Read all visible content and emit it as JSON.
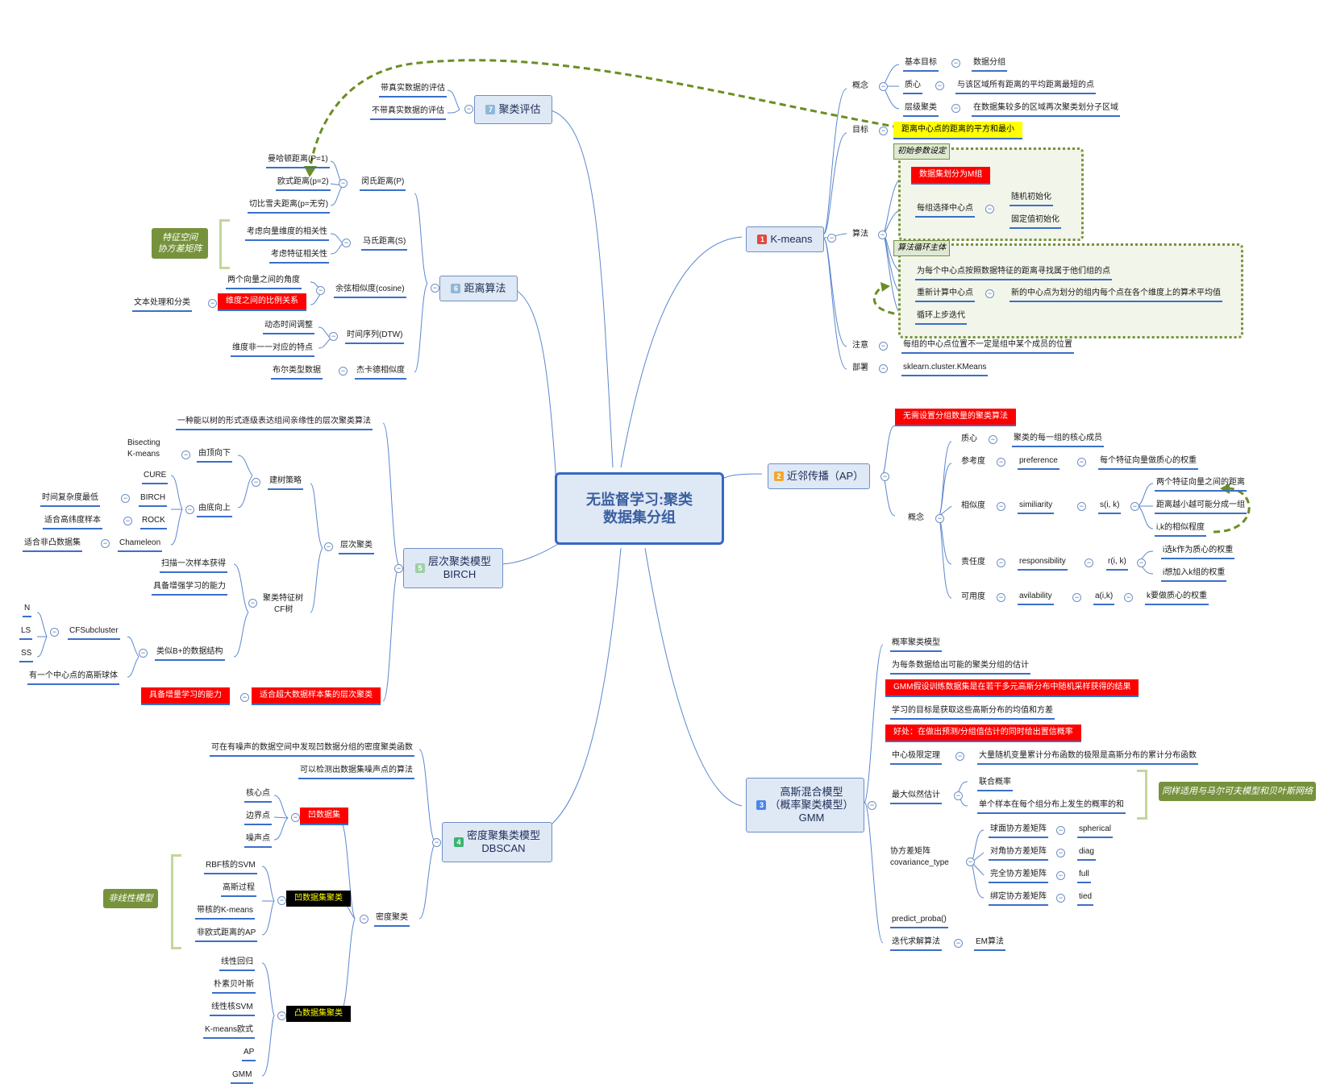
{
  "center": {
    "line1": "无监督学习:聚类",
    "line2": "数据集分组"
  },
  "branches": {
    "kmeans": {
      "num": "1",
      "label": "K-means",
      "color": "#e04a3f"
    },
    "ap": {
      "num": "2",
      "label": "近邻传播（AP）",
      "color": "#f0a830"
    },
    "gmm": {
      "num": "3",
      "line1": "高斯混合模型",
      "line2": "（概率聚类模型）",
      "line3": "GMM",
      "color": "#4a86e8"
    },
    "dbscan": {
      "num": "4",
      "line1": "密度聚集类模型",
      "line2": "DBSCAN",
      "color": "#3cb371"
    },
    "birch": {
      "num": "5",
      "line1": "层次聚类模型",
      "line2": "BIRCH",
      "color": "#9ecfa8"
    },
    "distance": {
      "num": "6",
      "label": "距离算法",
      "color": "#8fb8d6"
    },
    "eval": {
      "num": "7",
      "label": "聚类评估",
      "color": "#8fb8d6"
    }
  },
  "kmeans": {
    "concept": "概念",
    "basic_goal": "基本目标",
    "basic_goal_val": "数据分组",
    "centroid": "质心",
    "centroid_val": "与该区域所有距离的平均距离最短的点",
    "hier": "层级聚类",
    "hier_val": "在数据集较多的区域再次聚类划分子区域",
    "goal": "目标",
    "goal_val": "距离中心点的距离的平方和最小",
    "algo": "算法",
    "init_tag": "初始参数设定",
    "split": "数据集划分为M组",
    "choose": "每组选择中心点",
    "rand_init": "随机初始化",
    "fixed_init": "固定值初始化",
    "loop_tag": "算法循环主体",
    "assign": "为每个中心点按照数据特征的距离寻找属于他们组的点",
    "recompute": "重新计算中心点",
    "recompute_val": "新的中心点为划分的组内每个点在各个维度上的算术平均值",
    "repeat": "循环上步迭代",
    "note": "注意",
    "note_val": "每组的中心点位置不一定是组中某个成员的位置",
    "deploy": "部署",
    "deploy_val": "sklearn.cluster.KMeans"
  },
  "ap": {
    "nogroup": "无需设置分组数量的聚类算法",
    "concept": "概念",
    "centroid": "质心",
    "centroid_val": "聚类的每一组的核心成员",
    "ref": "参考度",
    "pref": "preference",
    "pref_val": "每个特征向量做质心的权重",
    "sim": "相似度",
    "similarity": "similiarity",
    "sik": "s(i, k)",
    "sim1": "两个特征向量之间的距离",
    "sim2": "距离越小越可能分成一组",
    "sim3": "i,k的相似程度",
    "resp": "责任度",
    "responsibility": "responsibility",
    "rik": "r(i, k)",
    "resp1": "i选k作为质心的权重",
    "resp2": "i想加入k组的权重",
    "avail": "可用度",
    "availability": "avilability",
    "aik": "a(i,k)",
    "avail_val": "k要做质心的权重"
  },
  "gmm": {
    "p1": "概率聚类模型",
    "p2": "为每条数据给出可能的聚类分组的估计",
    "p3": "GMM假设训练数据集是在若干多元高斯分布中随机采样获得的结果",
    "p4": "学习的目标是获取这些高斯分布的均值和方差",
    "p5": "好处：在做出预测/分组值估计的同时给出置信概率",
    "clt": "中心极限定理",
    "clt_val": "大量随机变量累计分布函数的极限是高斯分布的累计分布函数",
    "mle": "最大似然估计",
    "joint": "联合概率",
    "single": "单个样本在每个组分布上发生的概率的和",
    "note": "同样适用与马尔可夫模型和贝叶斯网络",
    "cov1": "协方差矩阵",
    "cov2": "covariance_type",
    "sph": "球面协方差矩阵",
    "sph_v": "spherical",
    "diag": "对角协方差矩阵",
    "diag_v": "diag",
    "full": "完全协方差矩阵",
    "full_v": "full",
    "tied": "绑定协方差矩阵",
    "tied_v": "tied",
    "predict": "predict_proba()",
    "iter": "迭代求解算法",
    "em": "EM算法"
  },
  "dbscan": {
    "d1": "可在有噪声的数据空间中发现凹数据分组的密度聚类函数",
    "d2": "可以检测出数据集噪声点的算法",
    "core": "核心点",
    "border": "边界点",
    "noise": "噪声点",
    "concave_set": "凹数据集",
    "rbf": "RBF核的SVM",
    "gp": "高斯过程",
    "kkm": "带核的K-means",
    "neap": "非欧式距离的AP",
    "nonlinear": "非线性模型",
    "concave_cluster": "凹数据集聚类",
    "density": "密度聚类",
    "lr": "线性回归",
    "nb": "朴素贝叶斯",
    "lsvm": "线性核SVM",
    "kme": "K-means欧式",
    "apx": "AP",
    "gmmx": "GMM",
    "convex_cluster": "凸数据集聚类"
  },
  "birch": {
    "b1": "一种能以树的形式逐级表达组间亲缘性的层次聚类算法",
    "bisect1": "Bisecting",
    "bisect2": "K-means",
    "topdown": "由顶向下",
    "build": "建树策略",
    "cure": "CURE",
    "birchx": "BIRCH",
    "rock": "ROCK",
    "cham": "Chameleon",
    "bottomup": "由底向上",
    "lowcomp": "时间复杂度最低",
    "hidim": "适合高纬度样本",
    "nonconvex": "适合非凸数据集",
    "hier": "层次聚类",
    "scan": "扫描一次样本获得",
    "incr": "具备增强学习的能力",
    "cf1": "聚类特征树",
    "cf2": "CF树",
    "N": "N",
    "LS": "LS",
    "SS": "SS",
    "cfsub": "CFSubcluster",
    "ball": "有一个中心点的高斯球体",
    "btree": "类似B+的数据结构",
    "incr2": "具备增量学习的能力",
    "large": "适合超大数据样本集的层次聚类"
  },
  "distance": {
    "manhattan": "曼哈顿距离(P=1)",
    "euclid": "欧式距离(p=2)",
    "cheby": "切比雪夫距离(p=无穷)",
    "minkowski": "闵氏距离(P)",
    "fs1": "特征空间",
    "fs2": "协方差矩阵",
    "mcorr": "考虑向量维度的相关性",
    "fcorr": "考虑特征相关性",
    "maha": "马氏距离(S)",
    "angle": "两个向量之间的角度",
    "ratio": "维度之间的比例关系",
    "text": "文本处理和分类",
    "cosine": "余弦相似度(cosine)",
    "dyn": "动态时间调整",
    "notone": "维度非一一对应的特点",
    "dtw": "时间序列(DTW)",
    "bool": "布尔类型数据",
    "jacc": "杰卡德相似度"
  },
  "eval": {
    "with": "带真实数据的评估",
    "without": "不带真实数据的评估"
  }
}
